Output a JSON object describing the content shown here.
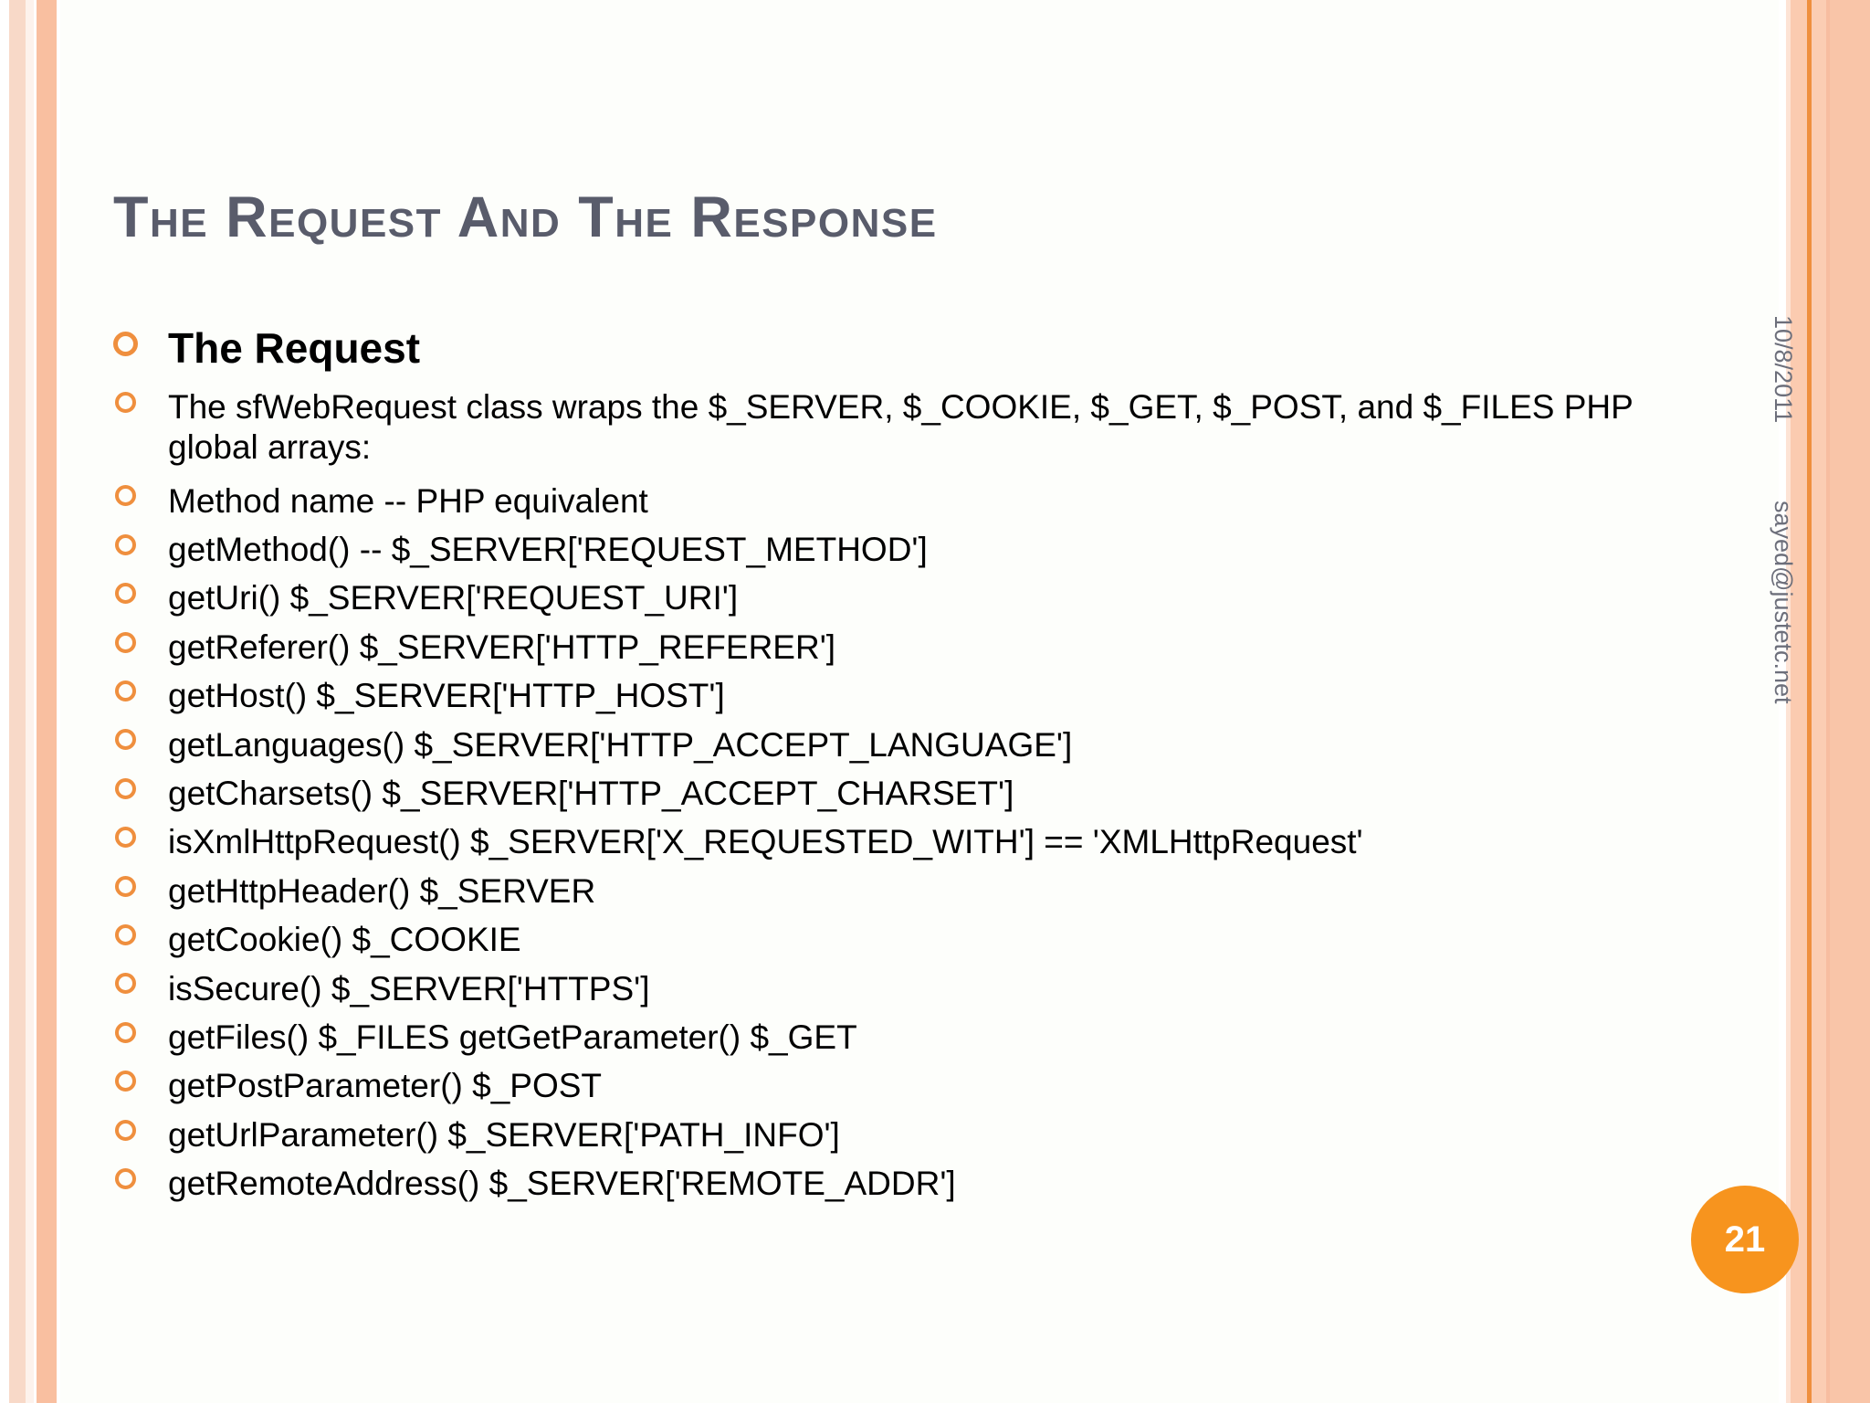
{
  "slide": {
    "title": "The Request and the Response",
    "page_number": "21",
    "date": "10/8/2011",
    "email": "sayed@justetc.net",
    "accent_color": "#f7941e",
    "bullet_color": "#ef8f3e",
    "title_color": "#595c6b",
    "body_color": "#000000",
    "background_color": "#fdfefb"
  },
  "content": {
    "items": [
      {
        "text": "The Request",
        "style": "lead"
      },
      {
        "text": "The sfWebRequest class wraps the $_SERVER, $_COOKIE, $_GET, $_POST, and $_FILES PHP global arrays:",
        "style": "wrap"
      },
      {
        "text": "Method name -- PHP equivalent",
        "style": "normal"
      },
      {
        "text": "getMethod() -- $_SERVER['REQUEST_METHOD']",
        "style": "normal"
      },
      {
        "text": "getUri() $_SERVER['REQUEST_URI']",
        "style": "normal"
      },
      {
        "text": "getReferer() $_SERVER['HTTP_REFERER']",
        "style": "normal"
      },
      {
        "text": "getHost() $_SERVER['HTTP_HOST']",
        "style": "normal"
      },
      {
        "text": "getLanguages() $_SERVER['HTTP_ACCEPT_LANGUAGE']",
        "style": "normal"
      },
      {
        "text": "getCharsets() $_SERVER['HTTP_ACCEPT_CHARSET']",
        "style": "normal"
      },
      {
        "text": "isXmlHttpRequest() $_SERVER['X_REQUESTED_WITH'] == 'XMLHttpRequest'",
        "style": "normal"
      },
      {
        "text": "getHttpHeader() $_SERVER",
        "style": "normal"
      },
      {
        "text": "getCookie() $_COOKIE",
        "style": "normal"
      },
      {
        "text": "isSecure() $_SERVER['HTTPS']",
        "style": "normal"
      },
      {
        "text": "getFiles() $_FILES getGetParameter() $_GET",
        "style": "normal"
      },
      {
        "text": "getPostParameter() $_POST",
        "style": "normal"
      },
      {
        "text": "getUrlParameter() $_SERVER['PATH_INFO']",
        "style": "normal"
      },
      {
        "text": "getRemoteAddress() $_SERVER['REMOTE_ADDR']",
        "style": "normal"
      }
    ]
  }
}
